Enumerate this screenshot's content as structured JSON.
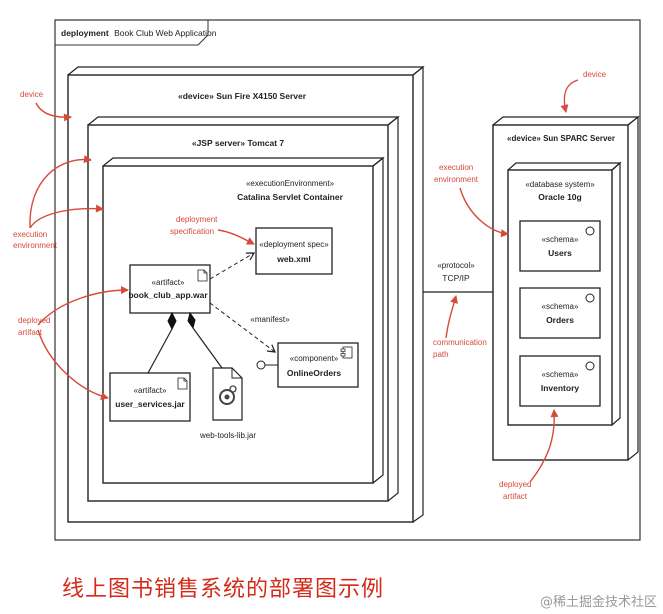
{
  "frame": {
    "keyword": "deployment",
    "name": "Book Club Web Application"
  },
  "nodes": {
    "server1": "«device» Sun Fire X4150 Server",
    "tomcat": "«JSP server» Tomcat 7",
    "catalina_stereo": "«executionEnvironment»",
    "catalina_name": "Catalina Servlet Container",
    "server2": "«device» Sun SPARC Server",
    "oracle_stereo": "«database system»",
    "oracle_name": "Oracle 10g"
  },
  "artifacts": {
    "war_stereo": "«artifact»",
    "war_name": "book_club_app.war",
    "jar_stereo": "«artifact»",
    "jar_name": "user_services.jar",
    "webxml_stereo": "«deployment spec»",
    "webxml_name": "web.xml",
    "comp_stereo": "«component»",
    "comp_name": "OnlineOrders",
    "lib_name": "web-tools-lib.jar",
    "manifest": "«manifest»"
  },
  "schemas": [
    {
      "stereo": "«schema»",
      "name": "Users"
    },
    {
      "stereo": "«schema»",
      "name": "Orders"
    },
    {
      "stereo": "«schema»",
      "name": "Inventory"
    }
  ],
  "protocol": {
    "stereo": "«protocol»",
    "name": "TCP/IP"
  },
  "annotations": {
    "device_left": "device",
    "device_right": "device",
    "exec_env_left_1": "execution",
    "exec_env_left_2": "environment",
    "exec_env_right_1": "execution",
    "exec_env_right_2": "environment",
    "dep_spec_1": "deployment",
    "dep_spec_2": "specification",
    "deployed_left_1": "deployed",
    "deployed_left_2": "artifact",
    "deployed_right_1": "deployed",
    "deployed_right_2": "artifact",
    "comm_path_1": "communication",
    "comm_path_2": "path"
  },
  "caption": "线上图书销售系统的部署图示例",
  "watermark": "@稀土掘金技术社区",
  "colors": {
    "annotation": "#d64a3a",
    "line": "#222222",
    "caption": "#d42a1a"
  }
}
